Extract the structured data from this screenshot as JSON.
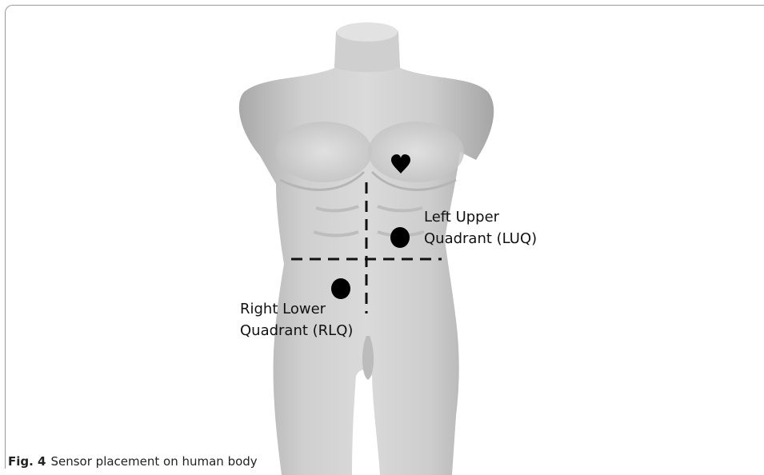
{
  "labels": {
    "luq_line1": "Left Upper",
    "luq_line2": "Quadrant (LUQ)",
    "rlq_line1": "Right Lower",
    "rlq_line2": "Quadrant (RLQ)"
  },
  "caption": {
    "label": "Fig. 4",
    "text": "Sensor placement on human body"
  },
  "icons": {
    "heart": "heart-icon",
    "sensor": "sensor-dot"
  },
  "colors": {
    "body": "#c9c9c9",
    "marker": "#000000",
    "frame": "#9a9a9a"
  }
}
